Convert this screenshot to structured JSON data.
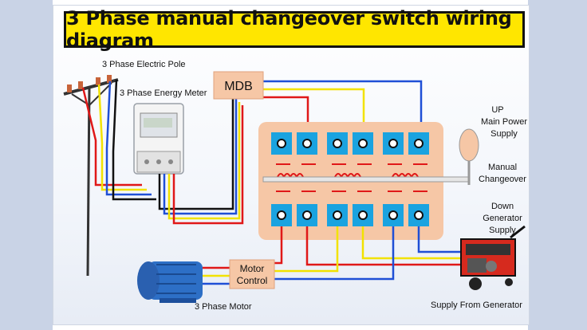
{
  "title": "3 Phase manual changeover switch wiring diagram",
  "labels": {
    "pole": "3 Phase Electric Pole",
    "meter": "3 Phase Energy Meter",
    "mdb": "MDB",
    "up_main": "UP",
    "main_power": "Main Power",
    "supply1": "Supply",
    "manual": "Manual",
    "changeover": "Changeover",
    "down": "Down",
    "generator": "Generator",
    "supply2": "Supply",
    "motor_control_1": "Motor",
    "motor_control_2": "Control",
    "motor": "3 Phase Motor",
    "supply_from_generator": "Supply From Generator"
  },
  "colors": {
    "red": "#e01818",
    "yellow": "#f2e200",
    "blue": "#1f4fd6",
    "black": "#111111",
    "switch_panel": "#f6c7a6",
    "terminal": "#1aa3e0",
    "title_bg": "#ffe600"
  }
}
